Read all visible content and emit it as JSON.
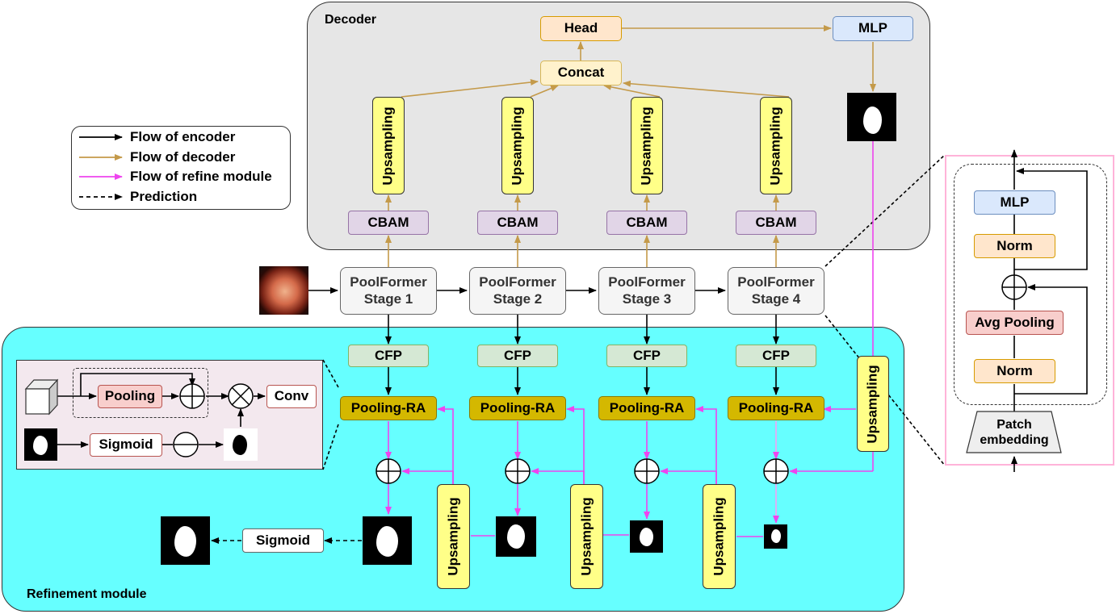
{
  "regions": {
    "decoder": "Decoder",
    "refinement": "Refinement module"
  },
  "legend": {
    "encoder": "Flow of encoder",
    "decoder": "Flow of decoder",
    "refine": "Flow of refine module",
    "prediction": "Prediction"
  },
  "decoder": {
    "head": "Head",
    "mlp": "MLP",
    "concat": "Concat",
    "upsampling": "Upsampling",
    "cbam": "CBAM"
  },
  "encoder": {
    "stages": [
      "PoolFormer Stage 1",
      "PoolFormer Stage 2",
      "PoolFormer Stage 3",
      "PoolFormer Stage 4"
    ]
  },
  "refine": {
    "cfp": "CFP",
    "pooling_ra": "Pooling-RA",
    "upsampling": "Upsampling",
    "sigmoid": "Sigmoid"
  },
  "inset_ra": {
    "pooling": "Pooling",
    "conv": "Conv",
    "sigmoid": "Sigmoid"
  },
  "poolformer_block": {
    "mlp": "MLP",
    "norm": "Norm",
    "avg_pooling": "Avg Pooling",
    "patch_embedding": "Patch embedding"
  },
  "colors": {
    "encoder_flow": "#000000",
    "decoder_flow": "#c49a4a",
    "refine_flow": "#ee44ee",
    "refinement_bg": "#66ffff",
    "decoder_bg": "#e6e6e6",
    "upsampling": "#ffff88",
    "pooling_ra": "#d4b800",
    "cbam": "#e1d5e7",
    "cfp": "#d5e8d4",
    "mlp": "#dae8fc",
    "norm": "#ffe6cc",
    "avg_pool": "#f8cecc",
    "head": "#ffe6cc",
    "concat": "#fff2cc",
    "block_border": "#ff99cc"
  }
}
